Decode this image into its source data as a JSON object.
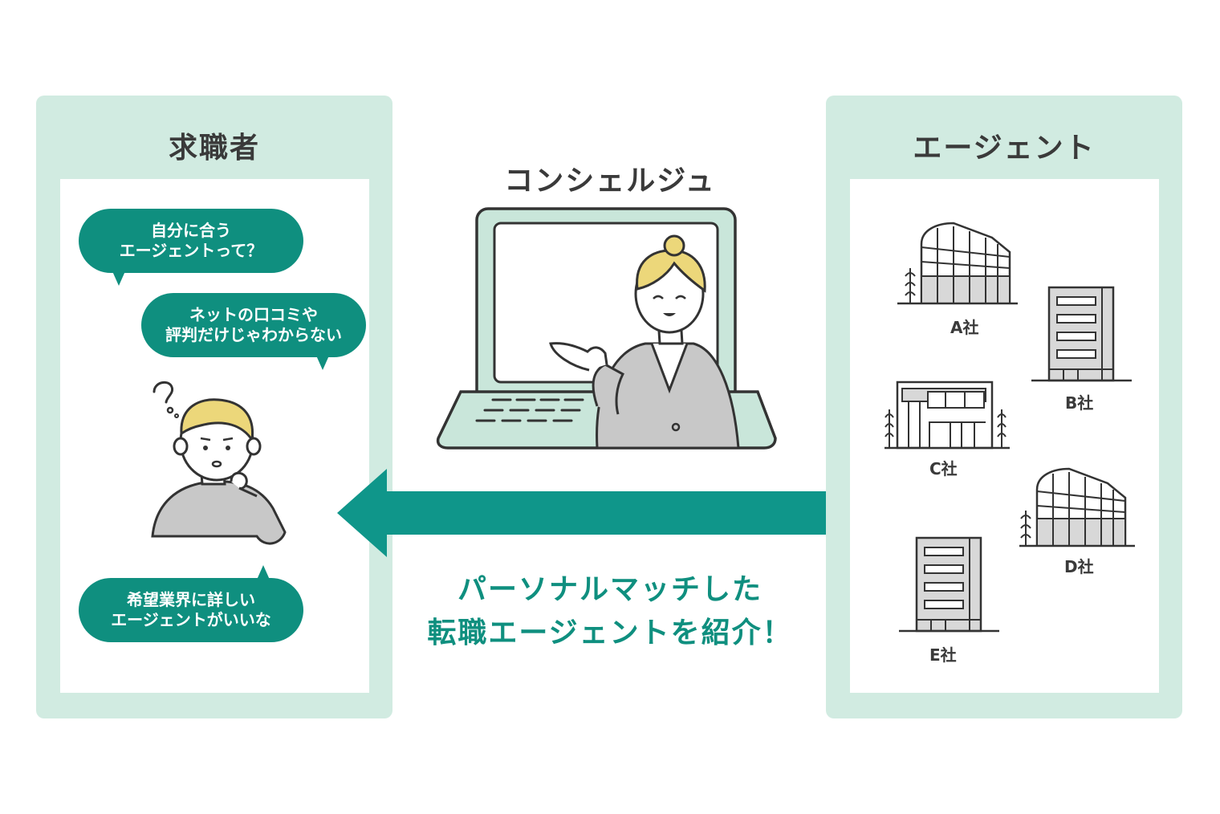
{
  "job_seeker": {
    "title": "求職者",
    "bubbles": [
      {
        "line1": "自分に合う",
        "line2": "エージェントって？"
      },
      {
        "line1": "ネットの口コミや",
        "line2": "評判だけじゃわからない"
      },
      {
        "line1": "希望業界に詳しい",
        "line2": "エージェントがいいな"
      }
    ]
  },
  "concierge": {
    "title": "コンシェルジュ",
    "message_line1": "パーソナルマッチした",
    "message_line2": "転職エージェントを紹介！"
  },
  "agent": {
    "title": "エージェント",
    "companies": [
      "A社",
      "B社",
      "C社",
      "D社",
      "E社"
    ]
  },
  "colors": {
    "panel_bg": "#d1ebe1",
    "accent": "#0f8f7f",
    "hair": "#ecd77a",
    "laptop_screen": "#c9e6da",
    "suit": "#c8c8c8"
  }
}
